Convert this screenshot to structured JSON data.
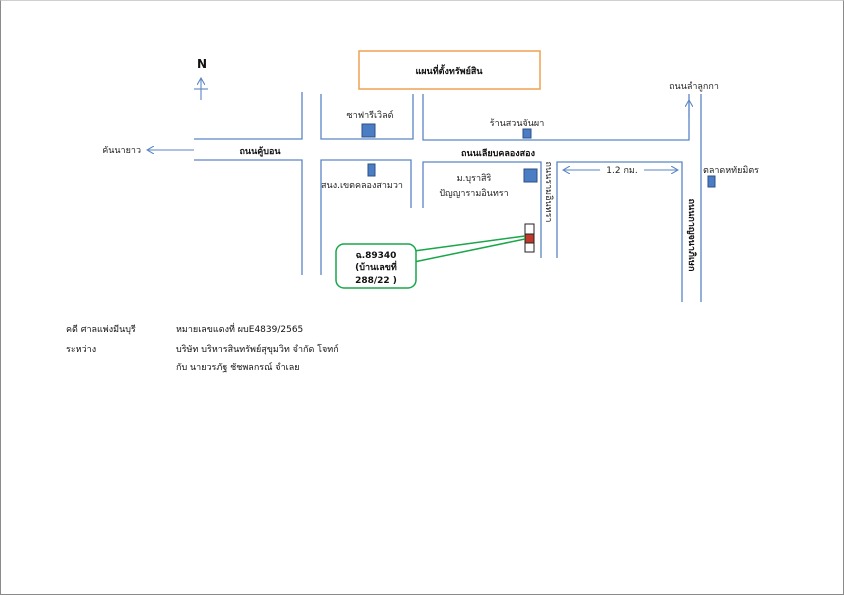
{
  "map": {
    "title": "แผนที่ตั้งทรัพย์สิน",
    "north_label": "N",
    "roads": {
      "khu_bon": "ถนนคู้บอน",
      "liap_khlong_song": "ถนนเลียบคลองสอง",
      "ram_intra": "ถนนรามอินทรา",
      "kanchanaphisek": "ถนนกาญจนาภิเษก"
    },
    "destinations": {
      "khan_na_yao": "คันนายาว",
      "lam_luk_ka": "ถนนลำลูกกา"
    },
    "landmarks": {
      "safari_world": "ซาฟารีเวิลด์",
      "ran_suan_chan_pha": "ร้านสวนจันผา",
      "police_station": "สนง.เขตคลองสามวา",
      "mu_ban": "ม.บุราสิริ",
      "mu_ban_line2": "ปัญญารามอินทรา",
      "talat": "ตลาดหทัยมิตร"
    },
    "distance_label": "1.2 กม.",
    "subject": {
      "line1": "ฉ.89340",
      "line2": "(บ้านเลขที่",
      "line3": "288/22 )"
    }
  },
  "case": {
    "court_label": "คดี ศาลแพ่งมีนบุรี",
    "case_no_label": "หมายเลขแดงที่ ผบE4839/2565",
    "between_label": "ระหว่าง",
    "plaintiff": "บริษัท บริหารสินทรัพย์สุขุมวิท จำกัด โจทก์",
    "defendant": "กับ นายวรภัฐ ชัชพลกรณ์ จำเลย"
  },
  "colors": {
    "road": "#5b86c5",
    "building": "#4a7dc4",
    "subject_plot": "#c0392b",
    "callout_border": "#1aa64a",
    "title_border": "#f0a050"
  }
}
